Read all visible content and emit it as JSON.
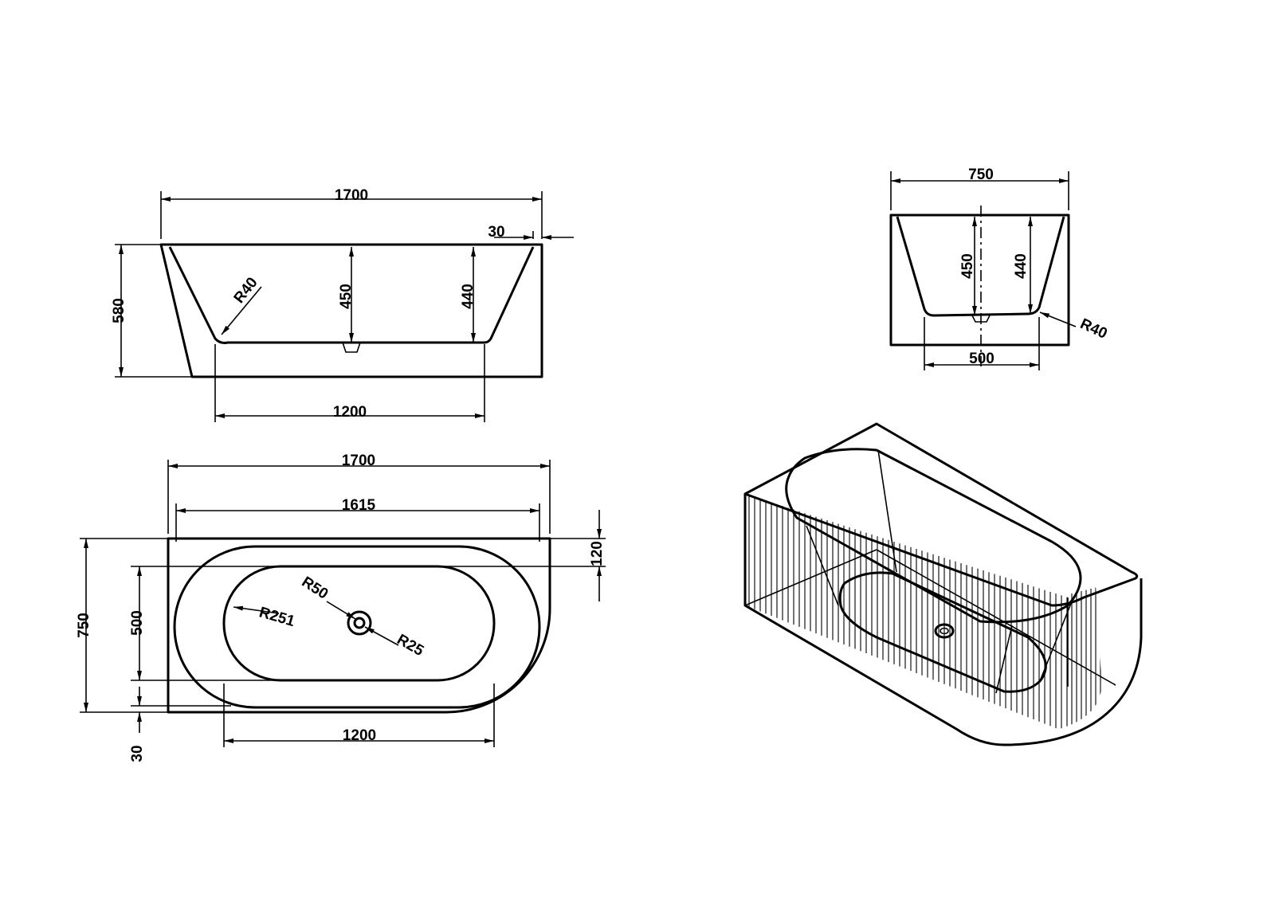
{
  "front_view": {
    "overall_length": "1700",
    "rim_thickness": "30",
    "height": "580",
    "inner_depth": "450",
    "water_depth": "440",
    "corner_radius": "R40",
    "bottom_length": "1200"
  },
  "side_view": {
    "overall_width": "750",
    "inner_depth": "450",
    "water_depth": "440",
    "corner_radius": "R40",
    "bottom_width": "500"
  },
  "top_view": {
    "overall_length": "1700",
    "inner_rim_length": "1615",
    "back_wall": "120",
    "overall_width": "750",
    "bowl_width": "500",
    "front_wall": "30",
    "bowl_radius": "R251",
    "drain_outer_radius": "R50",
    "drain_inner_radius": "R25",
    "bottom_length": "1200"
  },
  "isometric_view": {
    "style": "fluted"
  }
}
